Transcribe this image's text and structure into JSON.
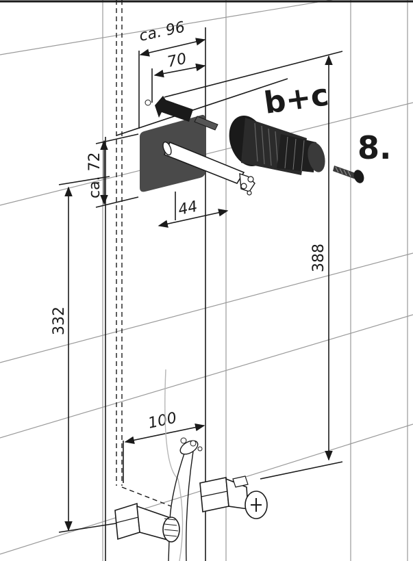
{
  "labels": {
    "step_number": "8.",
    "step_parts": "b+c"
  },
  "dimensions": {
    "width_ca": "ca. 96",
    "width_70": "70",
    "height_ca": "ca. 72",
    "offset_44": "44",
    "height_388": "388",
    "height_332": "332",
    "spacing_100": "100"
  },
  "icons": {
    "arrow": "insert-direction-arrow",
    "screw": "screw-icon",
    "nut": "threaded-sleeve-icon"
  }
}
